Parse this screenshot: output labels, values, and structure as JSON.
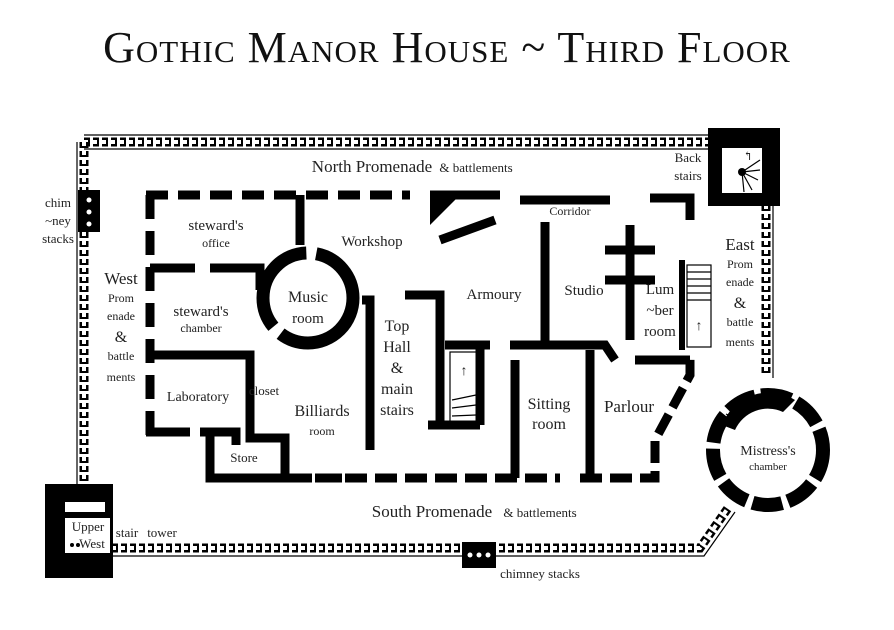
{
  "title": "Gothic Manor House ~ Third Floor",
  "colors": {
    "ink": "#000000",
    "background": "#ffffff",
    "label": "#222222"
  },
  "labels": {
    "north_promenade": "North Promenade",
    "north_battlements": "& battlements",
    "south_promenade": "South Promenade",
    "south_battlements": "& battlements",
    "back_stairs": [
      "Back",
      "stairs"
    ],
    "chimney_west": [
      "chim",
      "~ney",
      "stacks"
    ],
    "chimney_south": "chimney stacks",
    "west_promenade": [
      "West",
      "Prom",
      "enade",
      "&",
      "battle",
      "ments"
    ],
    "east_promenade": [
      "East",
      "Prom",
      "enade",
      "&",
      "battle",
      "ments"
    ],
    "stewards_office": [
      "steward's",
      "office"
    ],
    "stewards_chamber": [
      "steward's",
      "chamber"
    ],
    "workshop": "Workshop",
    "corridor": "Corridor",
    "music_room": [
      "Music",
      "room"
    ],
    "armoury": "Armoury",
    "studio": "Studio",
    "lumber_room": [
      "Lum",
      "~ber",
      "room"
    ],
    "top_hall": [
      "Top",
      "Hall",
      "&",
      "main",
      "stairs"
    ],
    "laboratory": "Laboratory",
    "closet": "closet",
    "billiards_room": [
      "Billiards",
      "room"
    ],
    "sitting_room": [
      "Sitting",
      "room"
    ],
    "parlour": "Parlour",
    "mistress_chamber": [
      "Mistress's",
      "chamber"
    ],
    "store": "Store",
    "upper_west_stair_tower": [
      "Upper",
      "West",
      "stair",
      "tower"
    ]
  }
}
